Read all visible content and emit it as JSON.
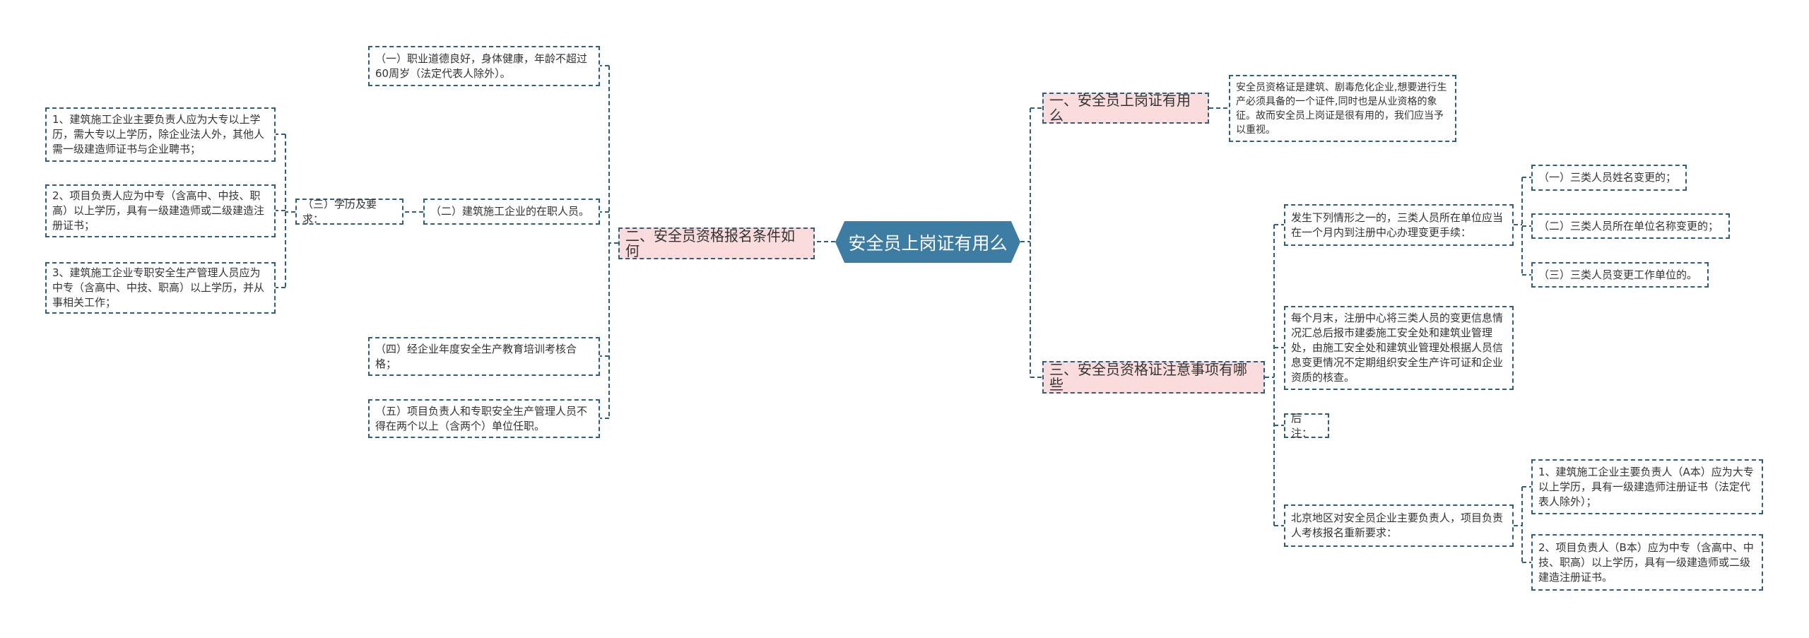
{
  "root": "安全员上岗证有用么",
  "b1": {
    "title": "一、安全员上岗证有用么",
    "desc": "安全员资格证是建筑、剧毒危化企业,想要进行生产必须具备的一个证件,同时也是从业资格的象征。故而安全员上岗证是很有用的，我们应当予以重视。"
  },
  "b2": {
    "title": "二、安全员资格报名条件如何",
    "c1": "（一）职业道德良好，身体健康，年龄不超过60周岁（法定代表人除外）。",
    "c2": "（二）建筑施工企业的在职人员。",
    "c3": "（三）学历及要求：",
    "c3items": [
      "1、建筑施工企业主要负责人应为大专以上学历，需大专以上学历，除企业法人外，其他人需一级建造师证书与企业聘书；",
      "2、项目负责人应为中专（含高中、中技、职高）以上学历，具有一级建造师或二级建造注册证书；",
      "3、建筑施工企业专职安全生产管理人员应为中专（含高中、中技、职高）以上学历，并从事相关工作；"
    ],
    "c4": "（四）经企业年度安全生产教育培训考核合格；",
    "c5": "（五）项目负责人和专职安全生产管理人员不得在两个以上（含两个）单位任职。"
  },
  "b3": {
    "title": "三、安全员资格证注意事项有哪些",
    "c1": "发生下列情形之一的，三类人员所在单位应当在一个月内到注册中心办理变更手续：",
    "c1items": [
      "（一）三类人员姓名变更的；",
      "（二）三类人员所在单位名称变更的；",
      "（三）三类人员变更工作单位的。"
    ],
    "c2": "每个月末，注册中心将三类人员的变更信息情况汇总后报市建委施工安全处和建筑业管理处，由施工安全处和建筑业管理处根据人员信息变更情况不定期组织安全生产许可证和企业资质的核查。",
    "c3": "后注：",
    "c4": "北京地区对安全员企业主要负责人，项目负责人考核报名重新要求：",
    "c4items": [
      "1、建筑施工企业主要负责人（A本）应为大专以上学历，具有一级建造师注册证书（法定代表人除外）；",
      "2、项目负责人（B本）应为中专（含高中、中技、职高）以上学历，具有一级建造师或二级建造注册证书。"
    ]
  }
}
